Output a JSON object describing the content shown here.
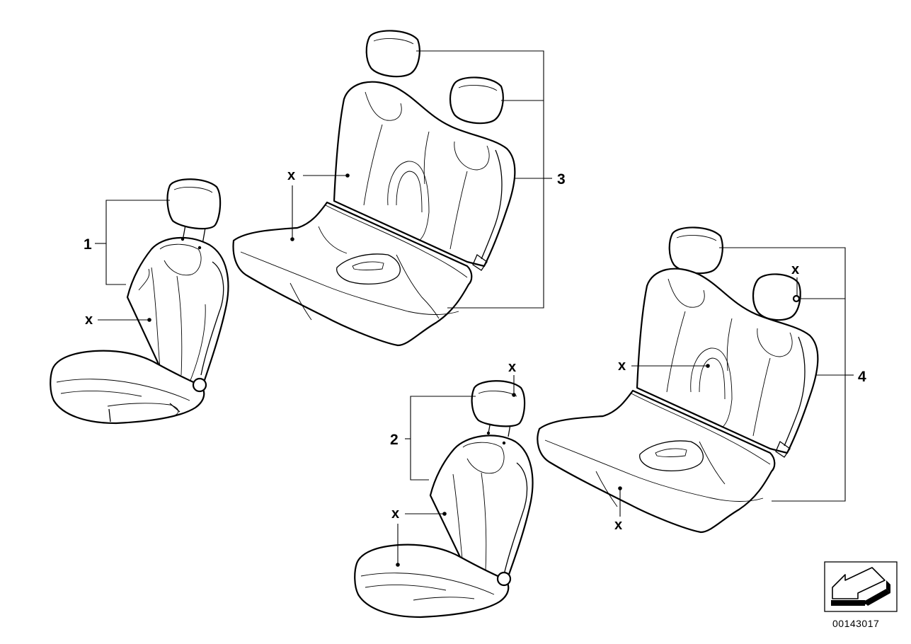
{
  "callouts": [
    "1",
    "2",
    "3",
    "4"
  ],
  "x_mark": "x",
  "part_number": "00143017"
}
